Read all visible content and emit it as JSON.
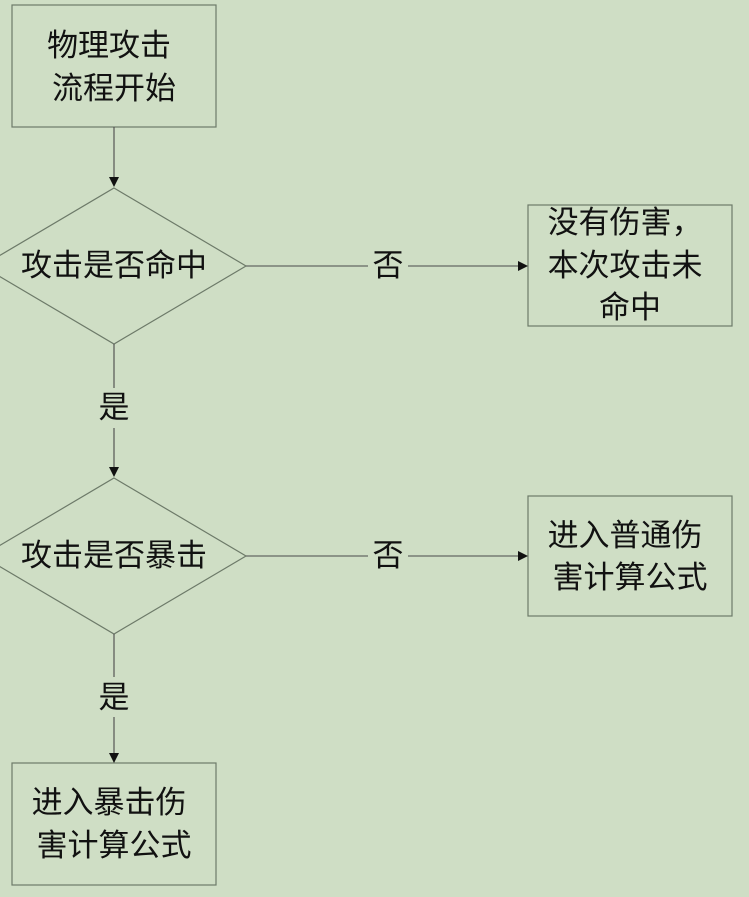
{
  "diagram": {
    "background_color": "#cfdec5",
    "line_color": "#6d7a69",
    "text_color": "#111111",
    "nodes": {
      "start": {
        "lines": [
          "物理攻击",
          "流程开始"
        ]
      },
      "hit_check": {
        "lines": [
          "攻击是否命中"
        ]
      },
      "miss_result": {
        "lines": [
          "没有伤害，",
          "本次攻击未",
          "命中"
        ]
      },
      "crit_check": {
        "lines": [
          "攻击是否暴击"
        ]
      },
      "normal_damage": {
        "lines": [
          "进入普通伤",
          "害计算公式"
        ]
      },
      "crit_damage": {
        "lines": [
          "进入暴击伤",
          "害计算公式"
        ]
      }
    },
    "edge_labels": {
      "hit_no": "否",
      "hit_yes": "是",
      "crit_no": "否",
      "crit_yes": "是"
    }
  }
}
